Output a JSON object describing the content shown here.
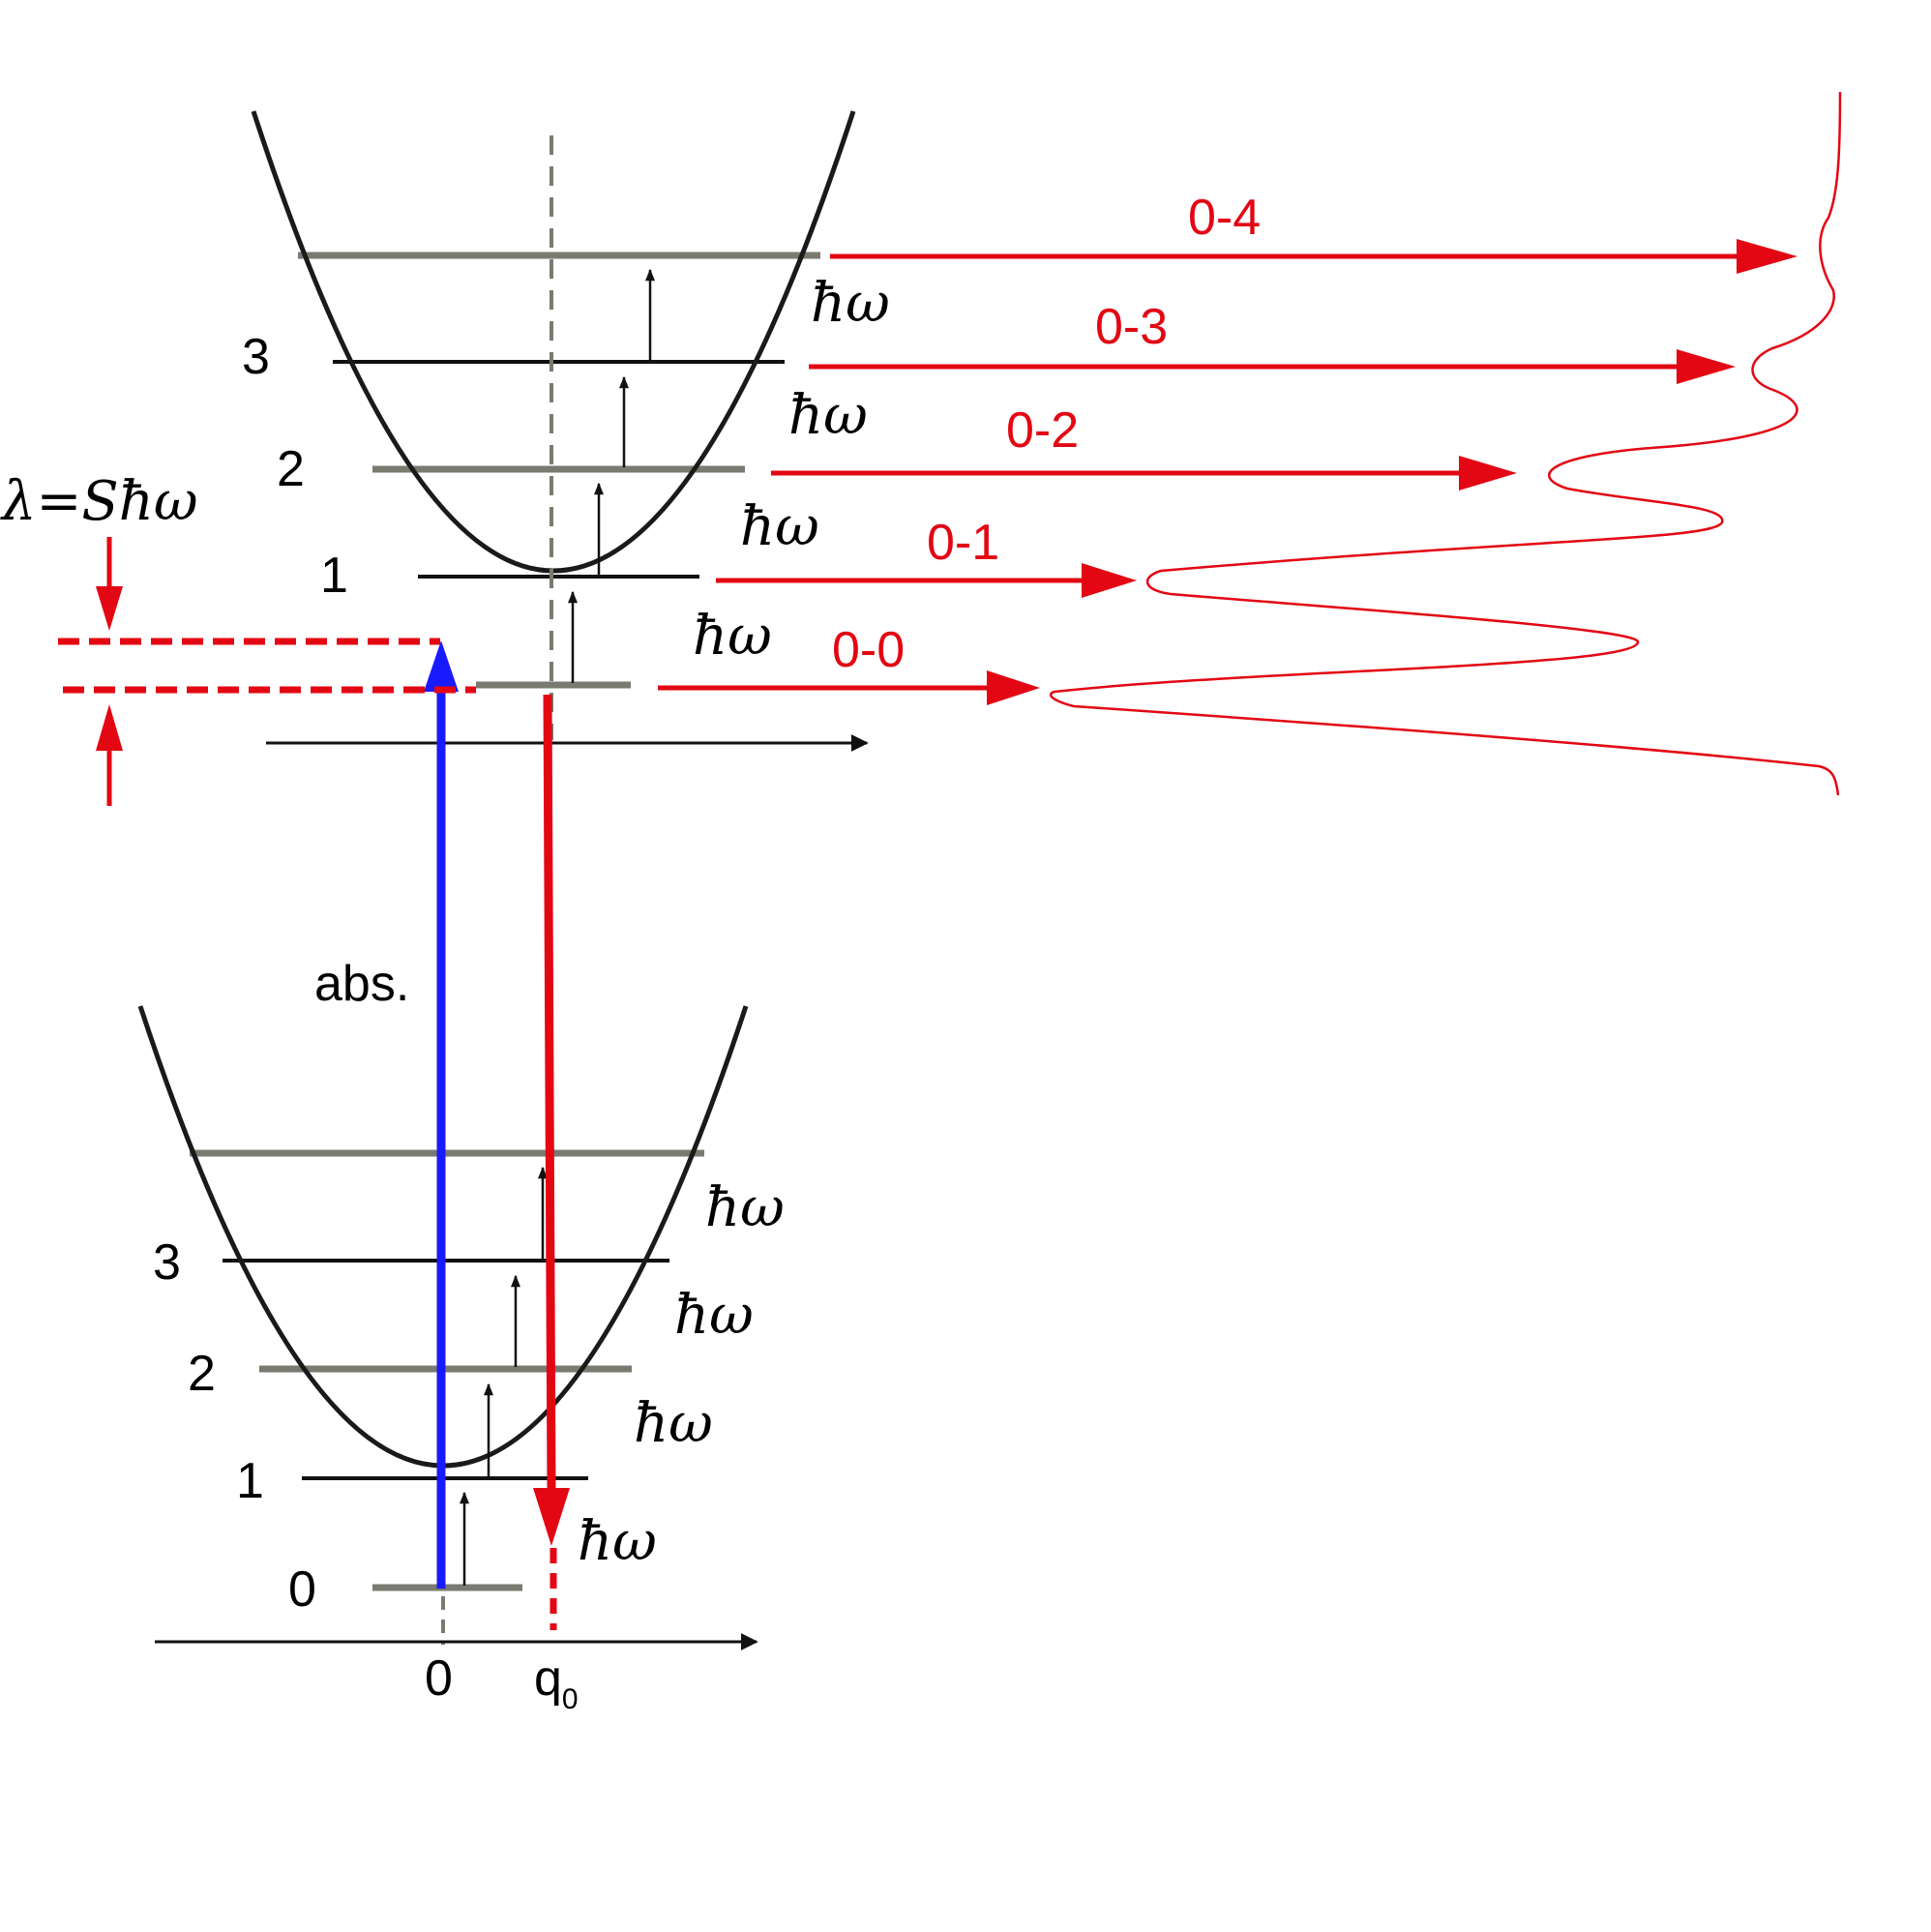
{
  "colors": {
    "absorption": "#1a1aff",
    "emission": "#e30613",
    "curve": "#1a1a1a",
    "level_grey": "#7a7a70",
    "level_black": "#111111"
  },
  "upper_well": {
    "level_labels": [
      "1",
      "2",
      "3"
    ],
    "quantum_labels": [
      "ħω",
      "ħω",
      "ħω",
      "ħω"
    ]
  },
  "lower_well": {
    "level_labels": [
      "0",
      "1",
      "2",
      "3"
    ],
    "quantum_labels": [
      "ħω",
      "ħω",
      "ħω",
      "ħω"
    ]
  },
  "axis": {
    "origin_label": "0",
    "q_label": "q",
    "q_subscript": "0"
  },
  "absorption_label": "abs.",
  "reorganization_label": "λ=Sħω",
  "transitions": [
    "0-0",
    "0-1",
    "0-2",
    "0-3",
    "0-4"
  ]
}
